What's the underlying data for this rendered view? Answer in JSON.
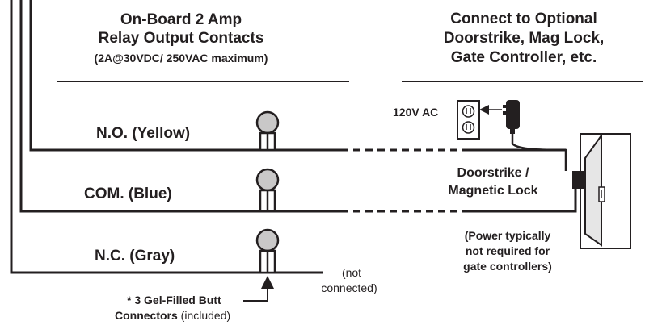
{
  "left_header": {
    "line1": "On-Board 2 Amp",
    "line2": "Relay Output Contacts",
    "sub": "(2A@30VDC/ 250VAC maximum)"
  },
  "right_header": {
    "line1": "Connect to Optional",
    "line2": "Doorstrike, Mag Lock,",
    "line3": "Gate Controller, etc."
  },
  "wires": [
    {
      "label": "N.O. (Yellow)"
    },
    {
      "label": "COM. (Blue)"
    },
    {
      "label": "N.C. (Gray)"
    }
  ],
  "power": {
    "label": "120V AC"
  },
  "lock": {
    "line1": "Doorstrike /",
    "line2": "Magnetic Lock"
  },
  "power_note": {
    "line1": "(Power typically",
    "line2": "not required for",
    "line3": "gate controllers)"
  },
  "not_connected": {
    "line1": "(not",
    "line2": "connected)"
  },
  "connectors": {
    "line1": "* 3 Gel-Filled Butt",
    "line2_bold": "Connectors",
    "line2_normal": " (included)"
  },
  "colors": {
    "ink": "#231f20",
    "connector_fill": "#c9c8c8",
    "door_fill": "#e6e6e6",
    "white": "#ffffff"
  }
}
